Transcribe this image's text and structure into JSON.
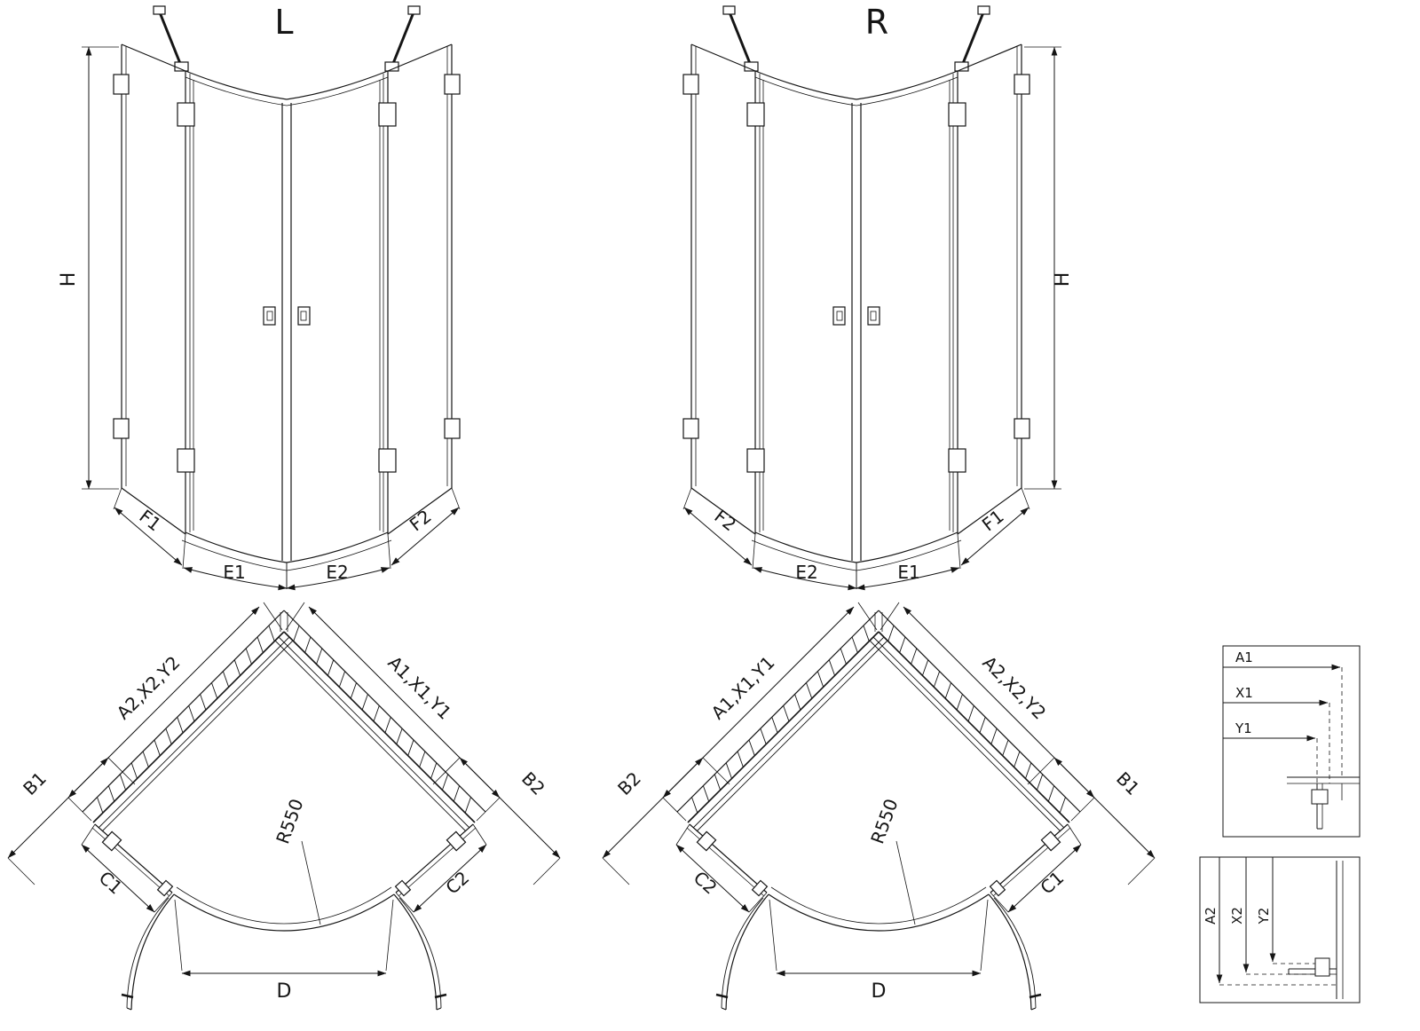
{
  "drawing": {
    "elevation_left": {
      "title": "L",
      "height_label": "H",
      "bottom_labels": [
        "F1",
        "E1",
        "E2",
        "F2"
      ]
    },
    "elevation_right": {
      "title": "R",
      "height_label": "H",
      "bottom_labels": [
        "F2",
        "E2",
        "E1",
        "F1"
      ]
    },
    "plan_left": {
      "wall_left_label": "A2,X2,Y2",
      "wall_right_label": "A1,X1,Y1",
      "side_left_label": "B1",
      "side_right_label": "B2",
      "panel_left_label": "C1",
      "panel_right_label": "C2",
      "radius_label": "R550",
      "entry_label": "D"
    },
    "plan_right": {
      "wall_left_label": "A1,X1,Y1",
      "wall_right_label": "A2,X2,Y2",
      "side_left_label": "B2",
      "side_right_label": "B1",
      "panel_left_label": "C2",
      "panel_right_label": "C1",
      "radius_label": "R550",
      "entry_label": "D"
    },
    "detail_horizontal": {
      "labels": [
        "A1",
        "X1",
        "Y1"
      ]
    },
    "detail_vertical": {
      "labels": [
        "A2",
        "X2",
        "Y2"
      ]
    }
  },
  "colors": {
    "ink": "#151515",
    "background": "#ffffff"
  }
}
